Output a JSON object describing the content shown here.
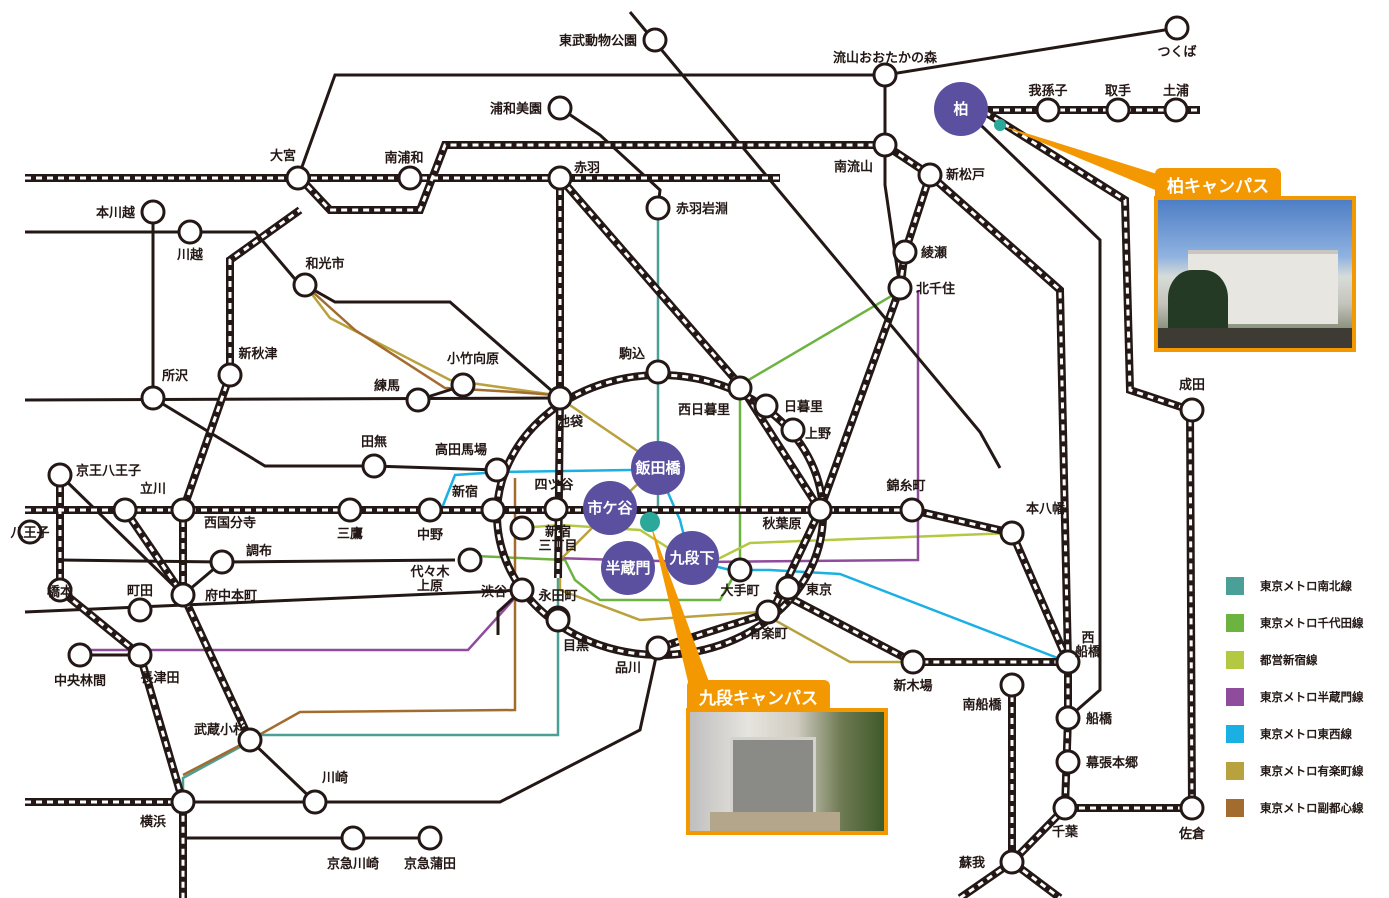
{
  "stations": {
    "tobu_zoo": "東武動物公園",
    "nagareyama": "流山おおたかの森",
    "tsukuba": "つくば",
    "kashiwa": "柏",
    "abiko": "我孫子",
    "toride": "取手",
    "tsuchiura": "土浦",
    "urawa_misono": "浦和美園",
    "omiya": "大宮",
    "minami_urawa": "南浦和",
    "akabane": "赤羽",
    "minami_nagareyama": "南流山",
    "shin_matsudo": "新松戸",
    "motokawagoe": "本川越",
    "kawagoe": "川越",
    "akabane_iwabuchi": "赤羽岩淵",
    "ayase": "綾瀬",
    "wakoshi": "和光市",
    "kita_senju": "北千住",
    "shin_akitsu": "新秋津",
    "tokorozawa": "所沢",
    "kotake_mukaihara": "小竹向原",
    "nerima": "練馬",
    "komagome": "駒込",
    "nishi_nippori": "西日暮里",
    "nippori": "日暮里",
    "ueno": "上野",
    "ikebukuro": "池袋",
    "tanashi": "田無",
    "takadanobaba": "高田馬場",
    "iidabashi": "飯田橋",
    "narita": "成田",
    "keio_hachioji": "京王八王子",
    "tachikawa": "立川",
    "yotsuya": "四ツ谷",
    "ichigaya": "市ケ谷",
    "kinshicho": "錦糸町",
    "motoyawata": "本八幡",
    "hachioji": "八王子",
    "nishi_kokubunji": "西国分寺",
    "mitaka": "三鷹",
    "nakano": "中野",
    "shinjuku": "新宿",
    "shinjuku_sanchome": "新宿\n三丁目",
    "akihabara": "秋葉原",
    "chofu": "調布",
    "hanzomon": "半蔵門",
    "kudanshita": "九段下",
    "yoyogi_uehara": "代々木\n上原",
    "hashimoto": "橋本",
    "machida": "町田",
    "fuchu_honmachi": "府中本町",
    "shibuya": "渋谷",
    "nagatacho": "永田町",
    "otemachi": "大手町",
    "tokyo": "東京",
    "yurakucho": "有楽町",
    "nishi_funabashi": "西\n船橋",
    "chuo_rinkan": "中央林間",
    "nagatsuta": "長津田",
    "meguro": "目黒",
    "shinagawa": "品川",
    "shin_kiba": "新木場",
    "minami_funabashi": "南船橋",
    "funabashi": "船橋",
    "musashi_kosugi": "武蔵小杉",
    "makuhari_hongo": "幕張本郷",
    "kawasaki": "川崎",
    "yokohama": "横浜",
    "chiba": "千葉",
    "sakura": "佐倉",
    "keikyu_kawasaki": "京急川崎",
    "keikyu_kamata": "京急蒲田",
    "soga": "蘇我"
  },
  "campuses": {
    "kashiwa": "柏キャンパス",
    "kudan": "九段キャンパス"
  },
  "legend": [
    {
      "label": "東京メトロ南北線",
      "color": "#4a9f96"
    },
    {
      "label": "東京メトロ千代田線",
      "color": "#6db33f"
    },
    {
      "label": "都営新宿線",
      "color": "#b5c842"
    },
    {
      "label": "東京メトロ半蔵門線",
      "color": "#8f4b9c"
    },
    {
      "label": "東京メトロ東西線",
      "color": "#1ab0e3"
    },
    {
      "label": "東京メトロ有楽町線",
      "color": "#b9a23d"
    },
    {
      "label": "東京メトロ副都心線",
      "color": "#a36c2f"
    }
  ],
  "colors": {
    "hub": "#5b4fa0",
    "campus_dot": "#2aa99a",
    "accent": "#f39800",
    "jr": "#231815"
  }
}
